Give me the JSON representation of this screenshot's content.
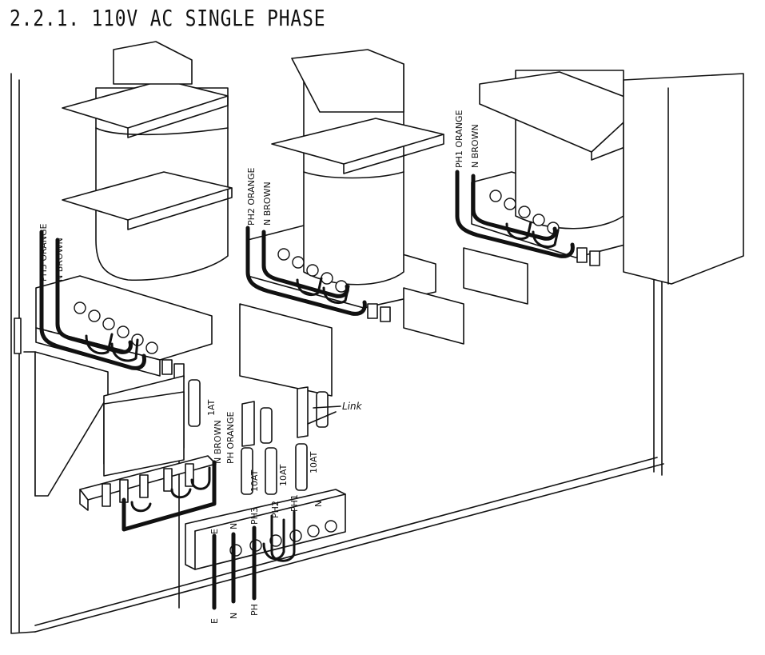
{
  "title": "2.2.1. 110V AC SINGLE PHASE",
  "transformers": [
    {
      "phase_label": "PH3 ORANGE",
      "neutral_label": "N  BROWN"
    },
    {
      "phase_label": "PH2 ORANGE",
      "neutral_label": "N  BROWN"
    },
    {
      "phase_label": "PH1 ORANGE",
      "neutral_label": "N  BROWN"
    }
  ],
  "aux": {
    "neutral_label": "N BROWN",
    "phase_label": "PH ORANGE"
  },
  "fuses": [
    {
      "rating": "1AT"
    },
    {
      "rating": "10AT"
    },
    {
      "rating": "10AT"
    },
    {
      "rating": "10AT"
    }
  ],
  "link_label": "Link",
  "terminals": [
    "E",
    "N",
    "PH3",
    "PH2",
    "PH1",
    "N"
  ],
  "supply": [
    "E",
    "N",
    "PH"
  ]
}
